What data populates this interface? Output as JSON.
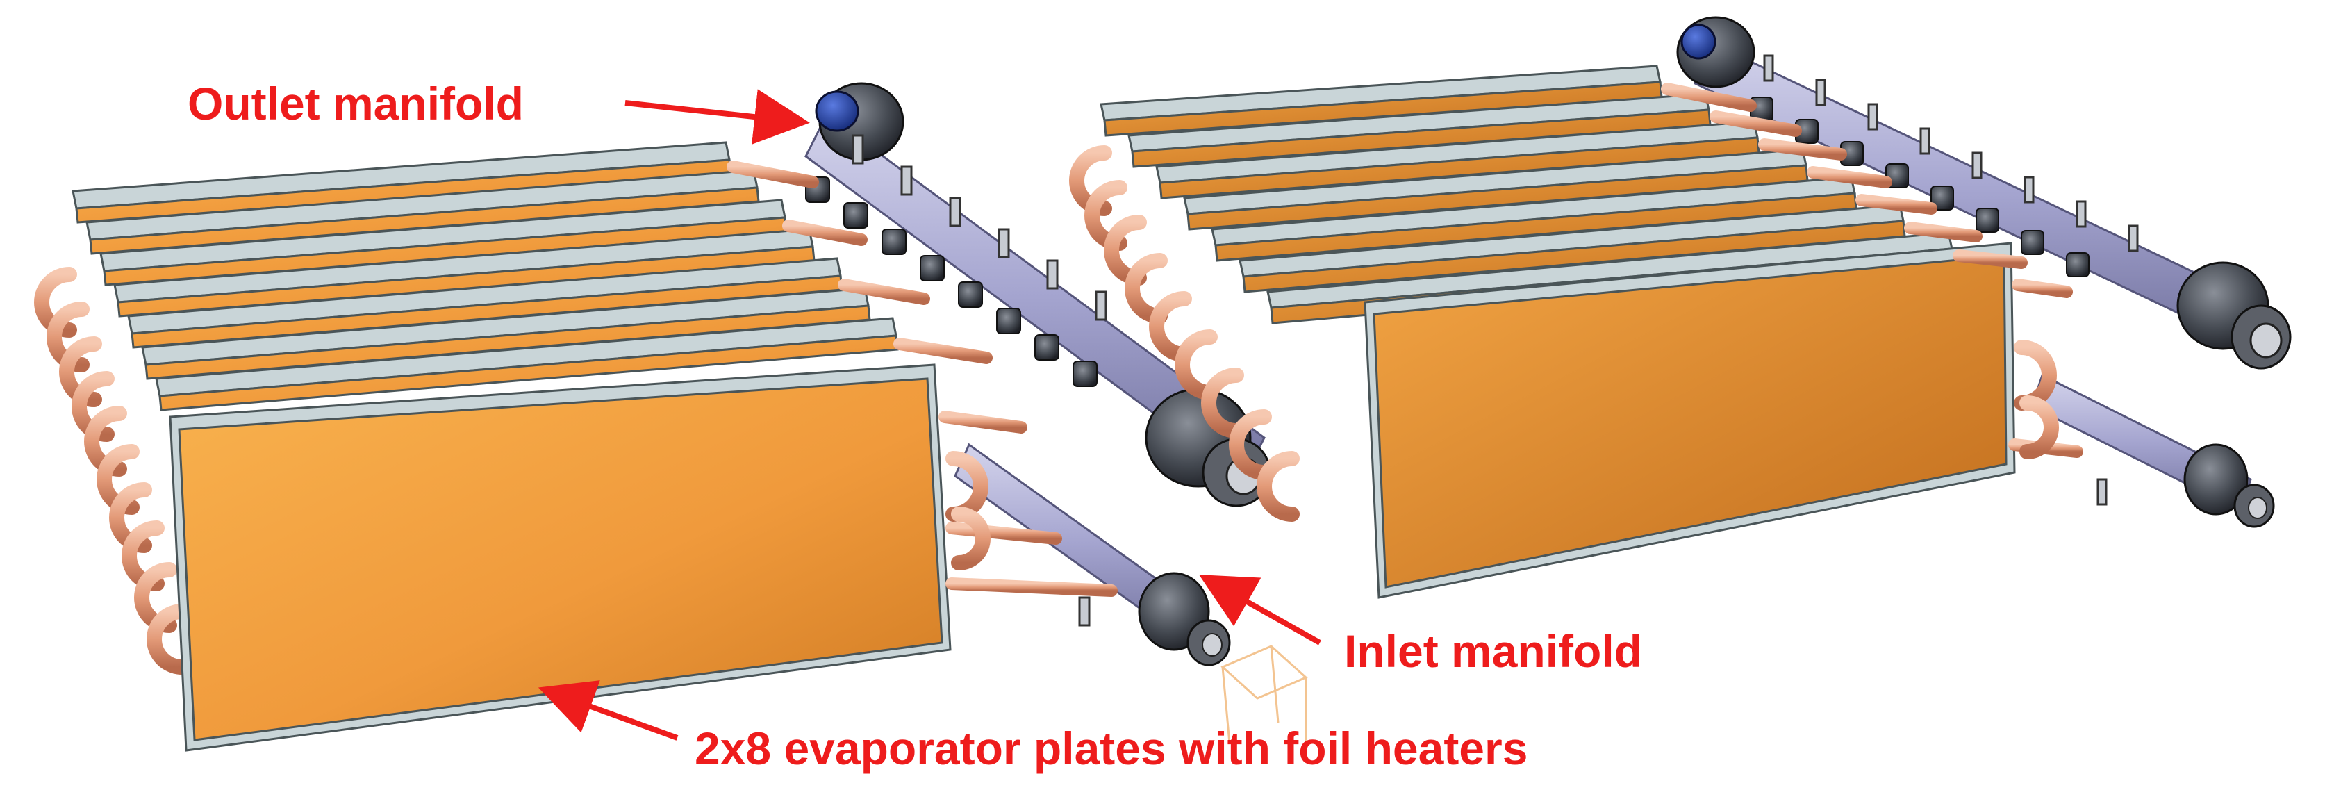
{
  "labels": {
    "outlet_manifold": "Outlet manifold",
    "inlet_manifold": "Inlet manifold",
    "evaporator_plates": "2x8 evaporator plates with foil heaters"
  },
  "colors": {
    "annotation": "#ee1c1c",
    "plate_foil": "#f0a040",
    "plate_frame": "#c9d5d8",
    "copper_tube": "#e7a07e",
    "manifold": "#a8a8d2",
    "fitting": "#3a3d44",
    "end_cap": "#1f3fa0"
  }
}
